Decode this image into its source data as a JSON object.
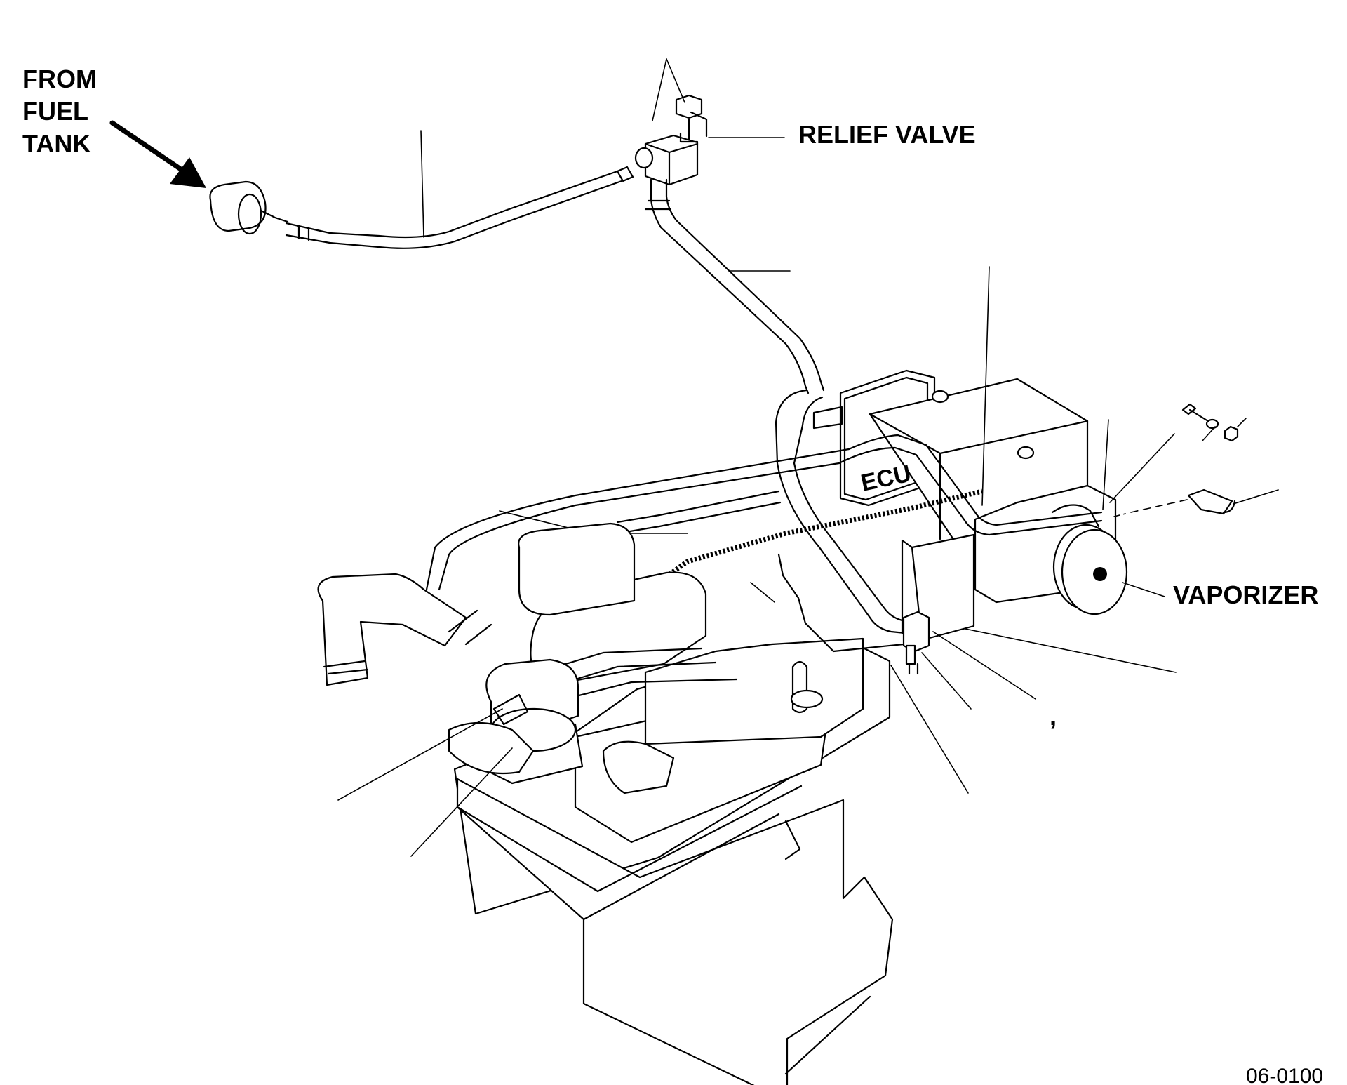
{
  "labels": {
    "fuel_tank": "FROM\nFUEL\nTANK",
    "relief_valve": "RELIEF VALVE",
    "vaporizer": "VAPORIZER",
    "comma": ",",
    "figure_number": "06-0100",
    "ecu": "ECU"
  },
  "colors": {
    "ink": "#000000",
    "paper": "#ffffff"
  }
}
